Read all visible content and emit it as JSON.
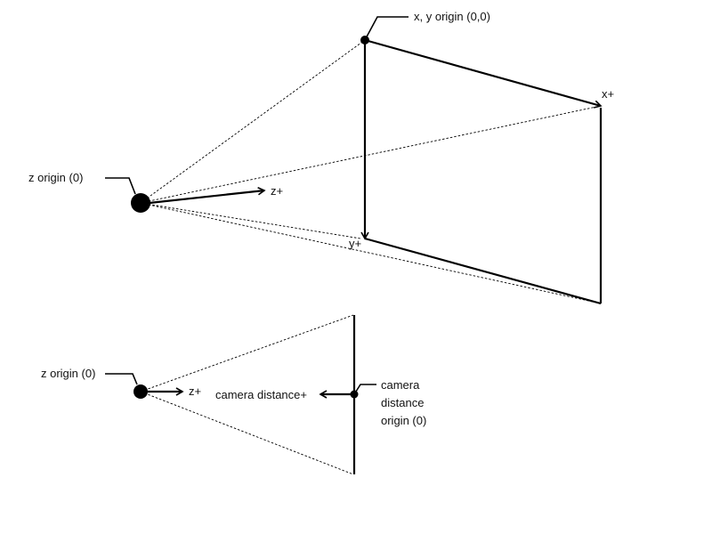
{
  "diagram": {
    "top": {
      "labels": {
        "xy_origin": "x, y origin (0,0)",
        "x_axis": "x+",
        "y_axis": "y+",
        "z_origin": "z origin (0)",
        "z_axis": "z+"
      }
    },
    "bottom": {
      "labels": {
        "z_origin": "z origin (0)",
        "z_axis": "z+",
        "camera_distance_axis": "camera distance+",
        "camera_distance_origin_line1": "camera",
        "camera_distance_origin_line2": "distance",
        "camera_distance_origin_line3": "origin (0)"
      }
    },
    "colors": {
      "line": "#000000",
      "background": "#ffffff"
    }
  }
}
